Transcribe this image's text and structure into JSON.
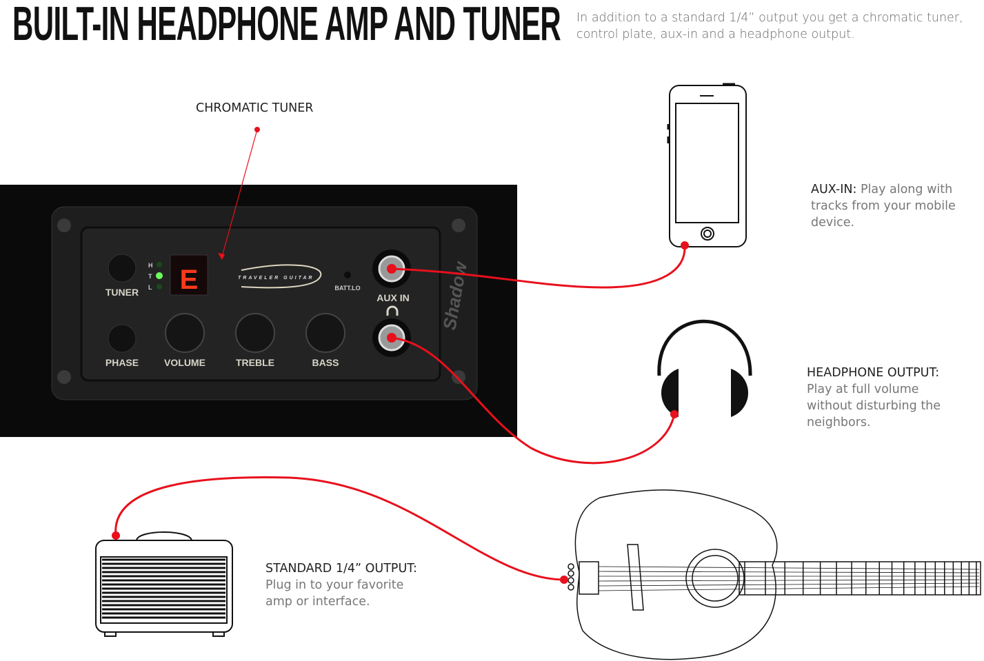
{
  "header": {
    "title": "BUILT-IN HEADPHONE AMP AND TUNER",
    "subtitle": "In addition to a standard 1/4” output you get a chromatic tuner, control plate, aux-in and a headphone output."
  },
  "callouts": {
    "tuner": "CHROMATIC TUNER",
    "aux": {
      "heading": "AUX-IN:",
      "text": "Play along with tracks from your mobile device."
    },
    "headphone": {
      "heading": "HEADPHONE OUTPUT:",
      "text": "Play at full volume without disturbing the neighbors."
    },
    "output": {
      "heading": "STANDARD 1/4” OUTPUT:",
      "text": "Plug in to your favorite amp or interface."
    }
  },
  "panel": {
    "tuner": "TUNER",
    "phase": "PHASE",
    "volume": "VOLUME",
    "treble": "TREBLE",
    "bass": "BASS",
    "aux_in": "AUX IN",
    "batt": "BATT.LO",
    "brand": "TRAVELER GUITAR",
    "display": "E",
    "led_h": "H",
    "led_t": "T",
    "led_l": "L",
    "signature": "Shadow"
  },
  "colors": {
    "cable": "#e8101c",
    "panel": "#1c1c1c",
    "display": "#ff3a1a",
    "led": "#4cff3a"
  }
}
